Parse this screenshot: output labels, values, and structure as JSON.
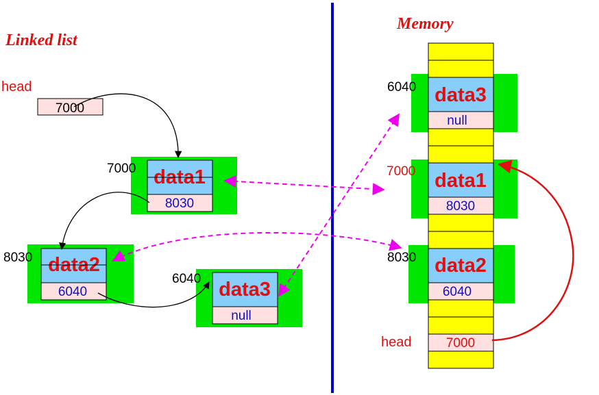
{
  "colors": {
    "green": "#00e600",
    "blue_cell": "#87cefa",
    "pink_cell": "#ffe0e0",
    "yellow_cell": "#ffff00",
    "red": "#e01010",
    "magenta": "#ee00ee",
    "divider": "#0000cc",
    "pointer_text": "#1010c0"
  },
  "linked_list": {
    "title": "Linked list",
    "head_label": "head",
    "head_value": "7000",
    "nodes": [
      {
        "address": "7000",
        "data": "data1",
        "next": "8030"
      },
      {
        "address": "8030",
        "data": "data2",
        "next": "6040"
      },
      {
        "address": "6040",
        "data": "data3",
        "next": "null"
      }
    ]
  },
  "memory": {
    "title": "Memory",
    "blocks": [
      {
        "address": "6040",
        "data": "data3",
        "next": "null"
      },
      {
        "address": "7000",
        "data": "data1",
        "next": "8030"
      },
      {
        "address": "8030",
        "data": "data2",
        "next": "6040"
      }
    ],
    "head_label": "head",
    "head_value": "7000"
  }
}
